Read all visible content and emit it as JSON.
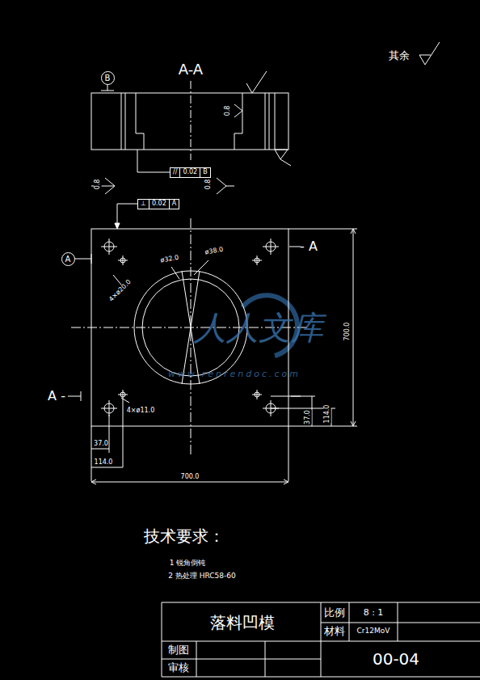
{
  "diagram": {
    "nodes": [
      {
        "text": [
          "B"
        ]
      },
      {
        "text": [
          "A"
        ]
      },
      {
        "text": [
          "//",
          "0.02",
          "B"
        ]
      },
      {
        "text": [
          "⊥",
          "0.02",
          "A"
        ]
      }
    ],
    "labels": [
      "A-A",
      "其余",
      "0.8",
      "0.8",
      "0.8",
      "- A",
      "A -",
      "ø32.0",
      "ø38.0",
      "4×ø20.0",
      "4×ø11.0",
      "700.0",
      "114.0",
      "37.0",
      "37.0",
      "114.0",
      "700.0",
      "技术要求：",
      "1 锐角倒钝",
      "2 热处理 HRC58-60",
      "落料凹模",
      "比例",
      "8 : 1",
      "材料",
      "Cr12MoV",
      "制图",
      "审核",
      "00-04",
      "人人文库",
      "www.renrendoc.com"
    ]
  }
}
